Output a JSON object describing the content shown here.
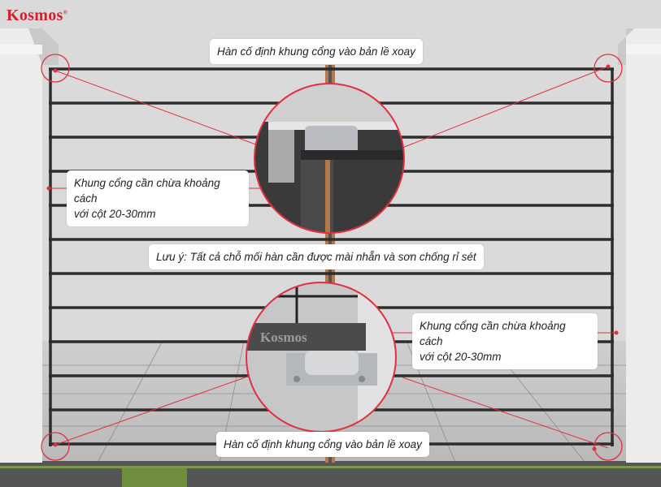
{
  "brand": {
    "logo": "Kosmos",
    "trademark": "®",
    "accent": "#d21f2a"
  },
  "callouts": {
    "top_hinge": "Hàn cố định khung cổng vào bản lề xoay",
    "left_gap_line1": "Khung cổng cần chừa khoảng cách",
    "left_gap_line2": "với cột 20-30mm",
    "note": "Lưu ý: Tất cả chỗ mối hàn cần được mài nhẵn và sơn chống rỉ sét",
    "right_gap_line1": "Khung cổng cần chừa khoảng cách",
    "right_gap_line2": "với cột 20-30mm",
    "bottom_hinge": "Hàn cố định khung cổng vào bản lề xoay"
  },
  "detail_logo": "Kosmos"
}
